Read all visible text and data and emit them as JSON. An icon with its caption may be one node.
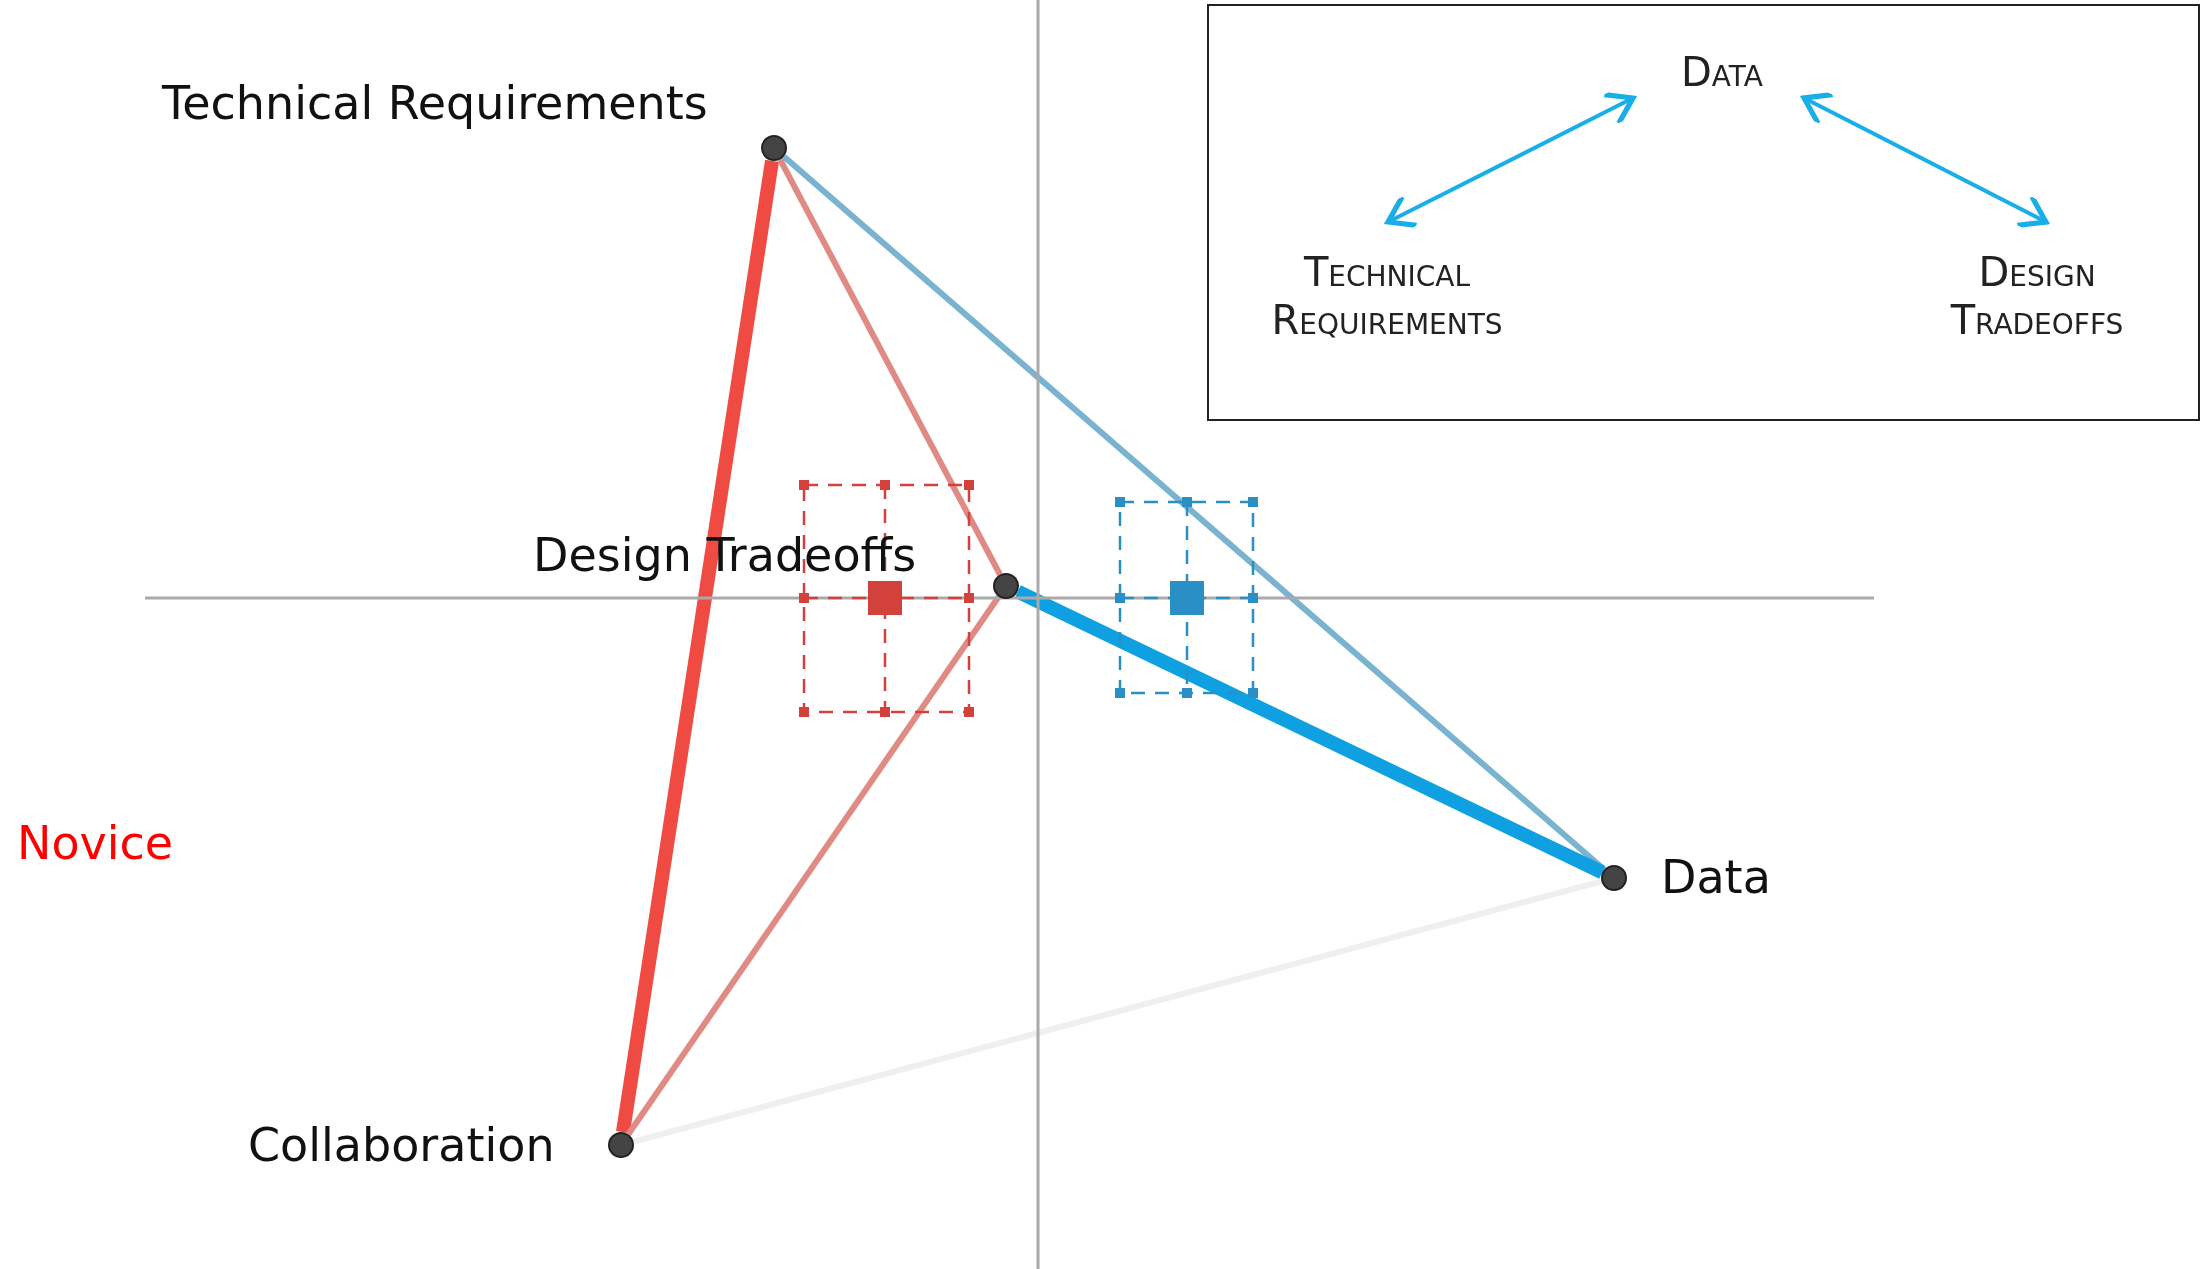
{
  "diagram": {
    "nodes": [
      {
        "text": [
          "Technical Requirements"
        ]
      },
      {
        "text": [
          "Design Tradeoffs"
        ]
      },
      {
        "text": [
          "Data"
        ]
      },
      {
        "text": [
          "Collaboration"
        ]
      },
      {
        "text": [],
        "shape": "box"
      },
      {
        "text": [
          "Data"
        ],
        "in": 4
      },
      {
        "text": [
          "Technical Requirements"
        ],
        "in": 4
      },
      {
        "text": [
          "Design Tradeoffs"
        ],
        "in": 4
      }
    ],
    "edges": [
      {
        "from": 0,
        "to": 3,
        "arrow": "none",
        "style": "thick",
        "color": "#ef4b43"
      },
      {
        "from": 0,
        "to": 1,
        "arrow": "none",
        "color": "#e08a84"
      },
      {
        "from": 1,
        "to": 3,
        "arrow": "none",
        "color": "#e08a84"
      },
      {
        "from": 0,
        "to": 2,
        "arrow": "none",
        "color": "#7ab3d0"
      },
      {
        "from": 1,
        "to": 2,
        "arrow": "none",
        "style": "thick",
        "color": "#0ea0e0"
      },
      {
        "from": 3,
        "to": 2,
        "arrow": "none",
        "color": "#efefef"
      },
      {
        "from": 5,
        "to": 6,
        "arrow": "both",
        "color": "#19aee8"
      },
      {
        "from": 5,
        "to": 7,
        "arrow": "both",
        "color": "#19aee8"
      }
    ],
    "labels": [
      "Novice"
    ]
  }
}
